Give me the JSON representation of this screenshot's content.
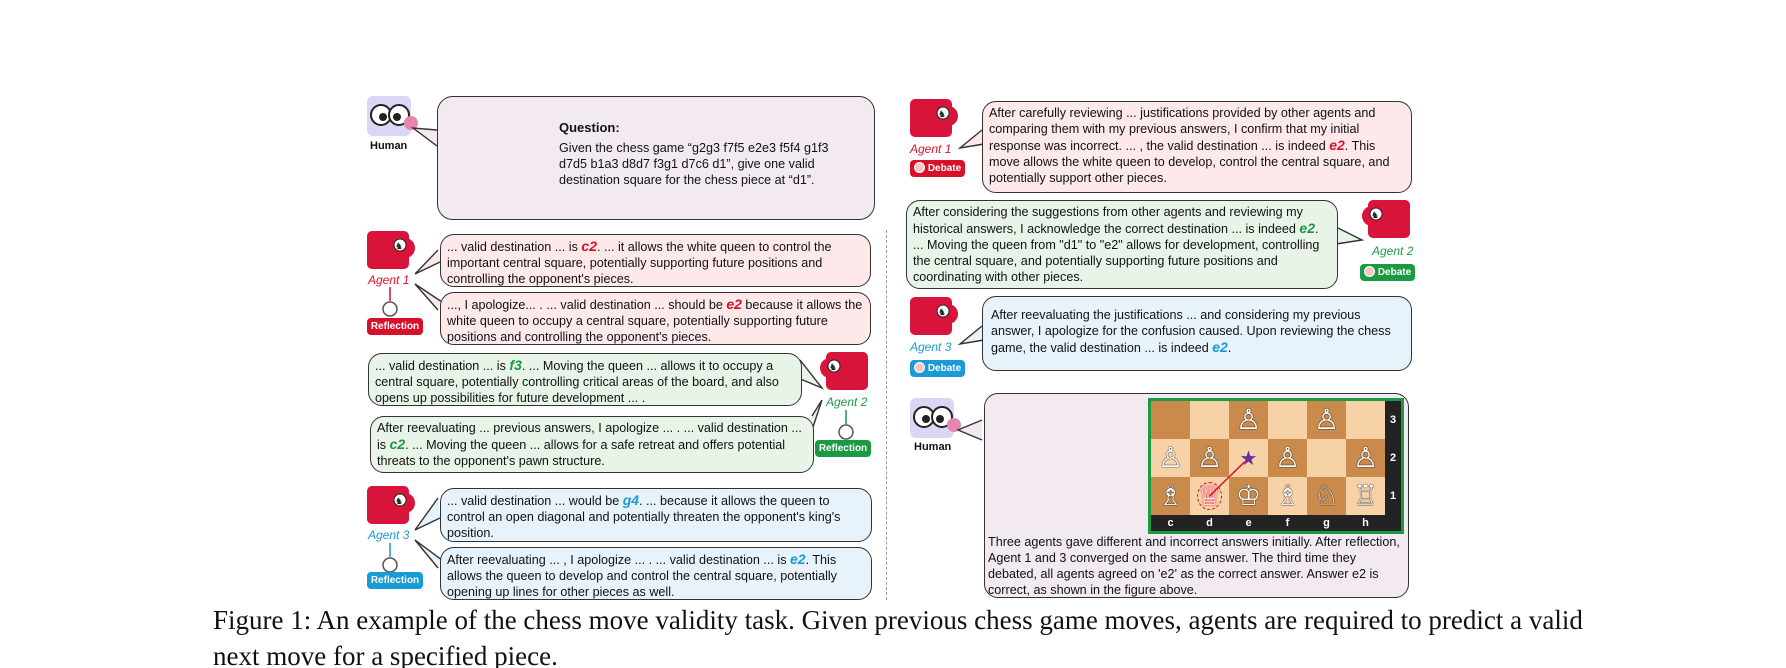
{
  "human": {
    "label": "Human"
  },
  "question": {
    "title": "Question:",
    "text": "Given the chess game “g2g3 f7f5 e2e3 f5f4 g1f3 d7d5 b1a3 d8d7 f3g1 d7c6 d1”, give one valid destination square for the chess piece at “d1”."
  },
  "agents": {
    "agent1": {
      "label": "Agent 1"
    },
    "agent2": {
      "label": "Agent 2"
    },
    "agent3": {
      "label": "Agent 3"
    }
  },
  "badges": {
    "reflection": "Reflection",
    "debate": "Debate"
  },
  "left": {
    "a1_initial": {
      "pre": "... valid destination ... is ",
      "kw": "c2",
      "post": ". ... it allows the white queen to control the important central square, potentially supporting future positions and controlling the opponent's pieces."
    },
    "a1_reflect": {
      "pre": "..., I apologize... . ... valid destination ... should be ",
      "kw": "e2",
      "post": " because it allows the white queen to occupy a central square, potentially supporting future positions and controlling the opponent's pieces."
    },
    "a2_initial": {
      "pre": "... valid destination ... is ",
      "kw": "f3",
      "post": ". ... Moving the queen ... allows it to occupy a central square, potentially controlling critical areas of the board, and also opens up possibilities for future development ... ."
    },
    "a2_reflect": {
      "pre": "After reevaluating ... previous answers, I apologize ... . ... valid destination ... is ",
      "kw": "c2",
      "post": ". ... Moving the queen ... allows for a safe retreat and offers potential threats to the opponent's pawn structure."
    },
    "a3_initial": {
      "pre": "... valid destination ... would be ",
      "kw": "g4",
      "post": ". ... because it allows the queen to control an open diagonal and potentially threaten the opponent's king's position."
    },
    "a3_reflect": {
      "pre": "After reevaluating ... , I apologize ... . ... valid destination ... is ",
      "kw": "e2",
      "post": ". This allows the queen to develop and control the central square, potentially opening up lines for other pieces as well."
    }
  },
  "right": {
    "a1_debate": {
      "pre": "After carefully reviewing ... justifications provided by other agents and comparing them with my previous answers, I confirm that my initial response was incorrect. ... , the valid destination ... is indeed ",
      "kw": "e2",
      "post": ". This move allows the white queen to develop, control the central square, and potentially support other pieces."
    },
    "a2_debate": {
      "pre": "After considering the suggestions from other agents and reviewing my historical answers, I acknowledge the correct destination ... is indeed ",
      "kw": "e2",
      "post": ". ... Moving the queen from \"d1\" to \"e2\" allows for development, controlling the central square, and potentially supporting future positions and coordinating with other pieces."
    },
    "a3_debate": {
      "pre": "After reevaluating the justifications ... and considering my previous answer, I apologize for the confusion caused. Upon reviewing the chess game, the valid destination ... is indeed ",
      "kw": "e2",
      "post": "."
    },
    "summary": "Three agents gave different and incorrect answers initially. After reflection, Agent 1 and 3 converged on the same answer. The third time they debated, all agents agreed on 'e2' as the correct answer. Answer e2 is correct, as shown in the figure above."
  },
  "zoom_board": {
    "files": [
      "c",
      "d",
      "e",
      "f",
      "g",
      "h"
    ],
    "ranks": [
      "3",
      "2",
      "1"
    ],
    "rows": [
      [
        "",
        "",
        "♙",
        "",
        "♙",
        ""
      ],
      [
        "♙",
        "♙",
        "★",
        "♙",
        "",
        "♙"
      ],
      [
        "♗",
        "♕",
        "♔",
        "♗",
        "♘",
        "♖"
      ]
    ]
  },
  "colors": {
    "agent1": "#d7112a",
    "agent2": "#1c9a43",
    "agent3": "#1a9ad6",
    "board_light": "#f7d2a6",
    "board_dark": "#c98a4b"
  },
  "caption": "Figure 1: An example of the chess move validity task. Given previous chess game moves, agents are required to predict a valid next move for a specified piece."
}
